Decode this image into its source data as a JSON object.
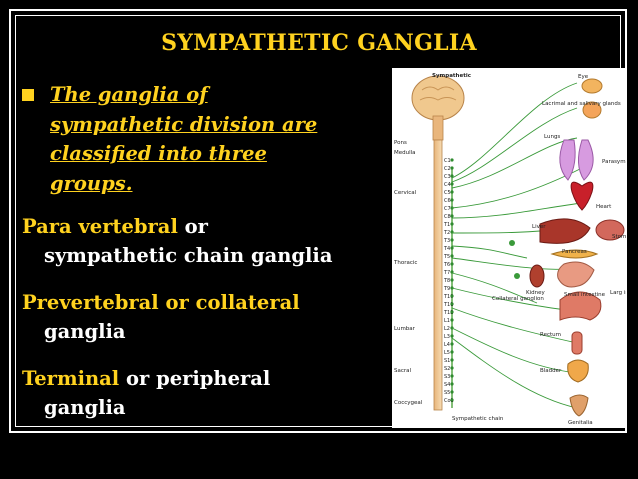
{
  "slide": {
    "title": "SYMPATHETIC GANGLIA",
    "bullet_lines": [
      "The ganglia of",
      "sympathetic division are",
      "classified into three",
      "groups."
    ],
    "items": [
      {
        "highlight": "Para vertebral",
        "rest": " or",
        "line2": "sympathetic chain ganglia"
      },
      {
        "highlight": "Prevertebral or collateral",
        "rest": "",
        "line2": "ganglia"
      },
      {
        "highlight": "Terminal",
        "rest": " or peripheral",
        "line2": "ganglia"
      }
    ],
    "colors": {
      "background": "#000000",
      "accent": "#ffd21f",
      "text": "#ffffff"
    }
  },
  "diagram": {
    "title": "Sympathetic",
    "regions": [
      "Pons",
      "Medulla",
      "Cervical",
      "Thoracic",
      "Lumbar",
      "Sacral",
      "Coccygeal"
    ],
    "segments": [
      "C1",
      "C2",
      "C3",
      "C4",
      "C5",
      "C6",
      "C7",
      "C8",
      "T1",
      "T2",
      "T3",
      "T4",
      "T5",
      "T6",
      "T7",
      "T8",
      "T9",
      "T10",
      "T11",
      "T12",
      "L1",
      "L2",
      "L3",
      "L4",
      "L5",
      "S1",
      "S2",
      "S3",
      "S4",
      "S5",
      "Co1"
    ],
    "organs": [
      "Eye",
      "Lacrimal and salivary glands",
      "Parasymp gan",
      "Lungs",
      "Heart",
      "Liver",
      "Stoma",
      "Pancreas",
      "Kidney",
      "Small intestine",
      "Larg intes",
      "Rectum",
      "Bladder",
      "Genitalia"
    ],
    "labels": [
      "Collateral ganglion",
      "Sympathetic chain"
    ]
  }
}
